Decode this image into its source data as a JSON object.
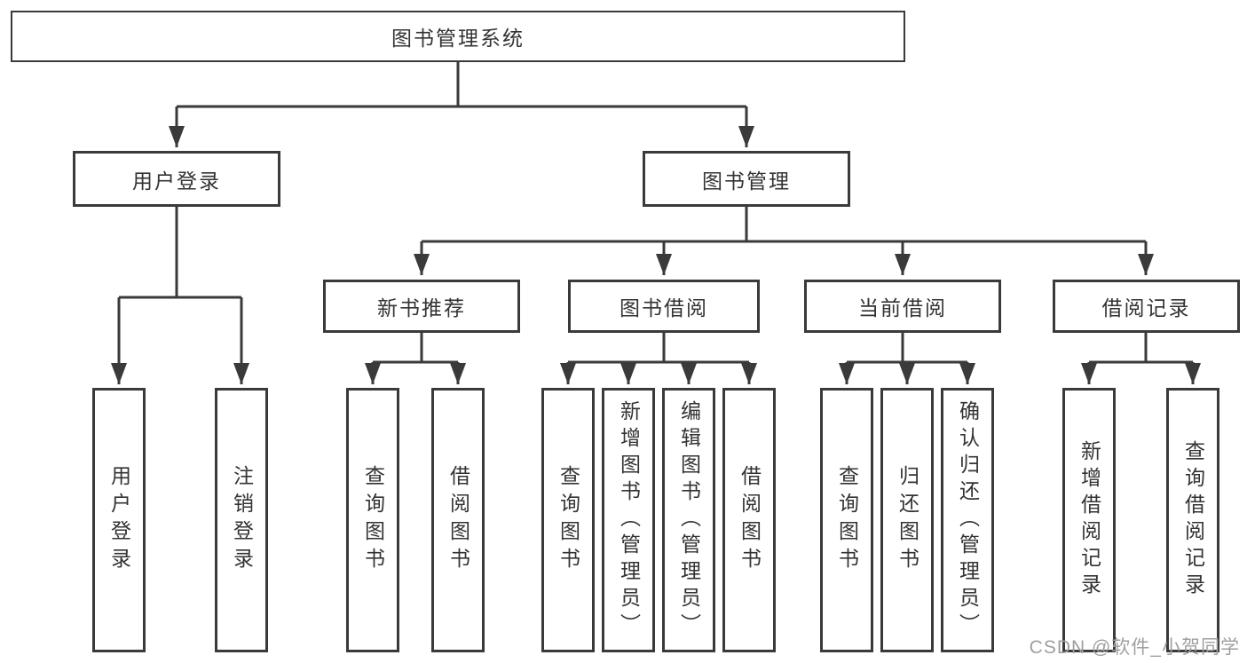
{
  "colors": {
    "line": "#3a3a3a",
    "text": "#333333",
    "background": "#ffffff",
    "watermark": "#9f9f9f"
  },
  "tree": {
    "root": {
      "label": "图书管理系统",
      "children": [
        {
          "label": "用户登录",
          "children": [
            {
              "label": "用户登录"
            },
            {
              "label": "注销登录"
            }
          ]
        },
        {
          "label": "图书管理",
          "children": [
            {
              "label": "新书推荐",
              "children": [
                {
                  "label": "查询图书"
                },
                {
                  "label": "借阅图书"
                }
              ]
            },
            {
              "label": "图书借阅",
              "children": [
                {
                  "label": "查询图书"
                },
                {
                  "label": "新增图书（管理员）"
                },
                {
                  "label": "编辑图书（管理员）"
                },
                {
                  "label": "借阅图书"
                }
              ]
            },
            {
              "label": "当前借阅",
              "children": [
                {
                  "label": "查询图书"
                },
                {
                  "label": "归还图书"
                },
                {
                  "label": "确认归还（管理员）"
                }
              ]
            },
            {
              "label": "借阅记录",
              "children": [
                {
                  "label": "新增借阅记录"
                },
                {
                  "label": "查询借阅记录"
                }
              ]
            }
          ]
        }
      ]
    }
  },
  "watermark": {
    "text": "CSDN @软件_小贺同学"
  }
}
